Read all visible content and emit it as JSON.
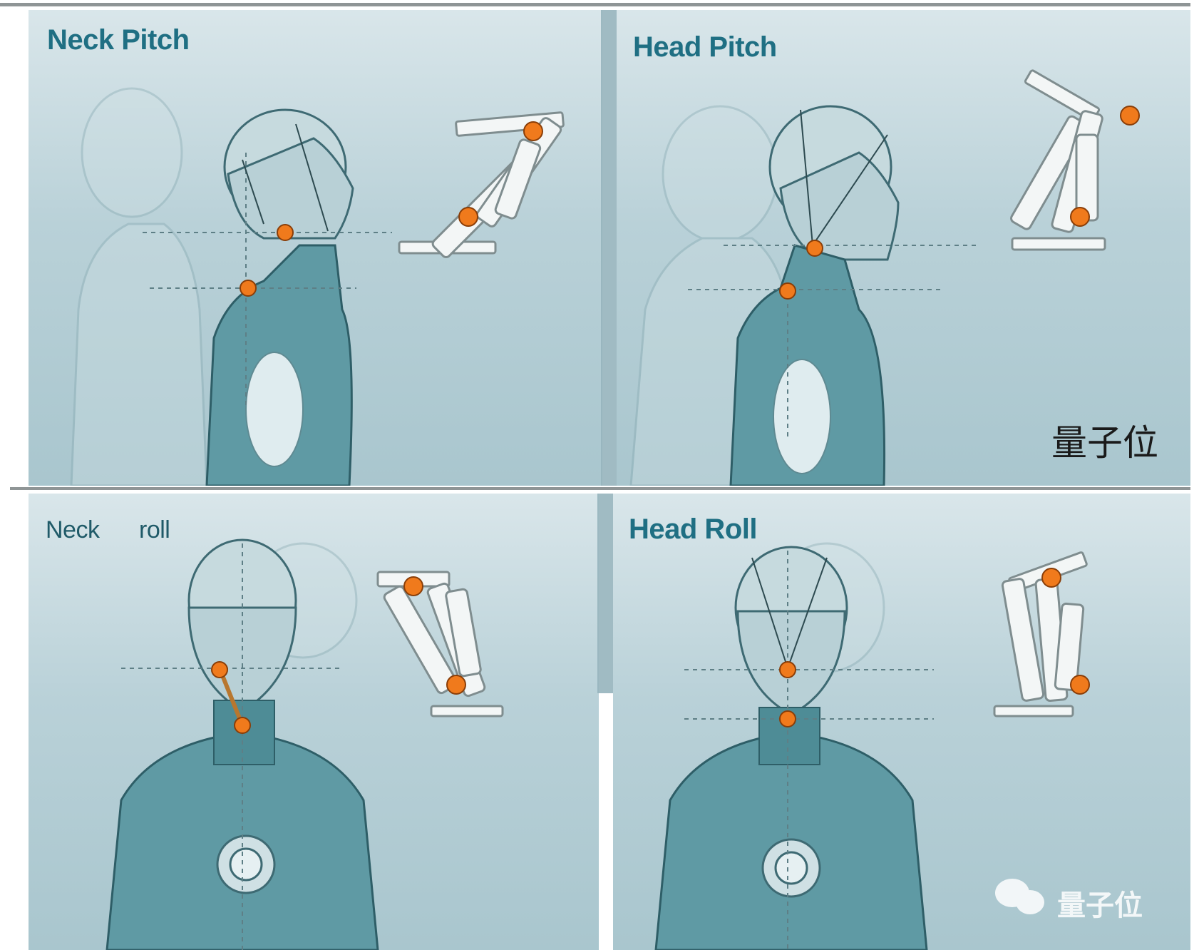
{
  "panels": {
    "neck_pitch": {
      "title": "Neck Pitch"
    },
    "head_pitch": {
      "title": "Head Pitch"
    },
    "neck_roll": {
      "title_part1": "Neck",
      "title_part2": "roll"
    },
    "head_roll": {
      "title": "Head Roll"
    }
  },
  "watermark": "量子位",
  "wechat_watermark": "量子位",
  "colors": {
    "title": "#1f6f83",
    "joint": "#f07a1c",
    "robot_body": "#2f7d86"
  },
  "icons": [
    "wechat-icon",
    "joint-actuator-icon"
  ]
}
